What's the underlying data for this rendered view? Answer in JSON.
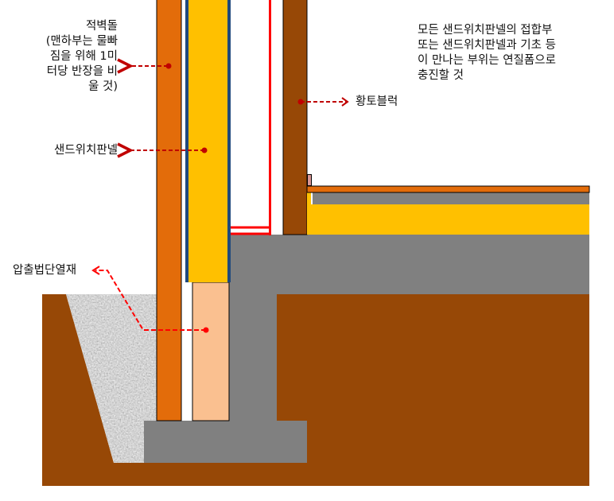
{
  "labels": {
    "brick_wall": "적벽돌\n(맨하부는 물빠\n짐을 위해 1미\n터당 반장을 비\n울 것)",
    "sandwich_panel": "샌드위치판넬",
    "insulation": "압출법단열재",
    "clay_block": "황토블럭",
    "note": "모든 샌드위치판넬의 접합부\n또는 샌드위치판넬과 기초 등\n이 만나는 부위는 연질폼으로\n충진할 것"
  },
  "colors": {
    "brick": "#E36C0A",
    "panel_core": "#FFC000",
    "panel_skin": "#1F497D",
    "insulation": "#FAC090",
    "concrete": "#808080",
    "soil": "#974806",
    "clay_block": "#974806",
    "leader_dark": "#C00000",
    "leader_red": "#FF0000"
  }
}
